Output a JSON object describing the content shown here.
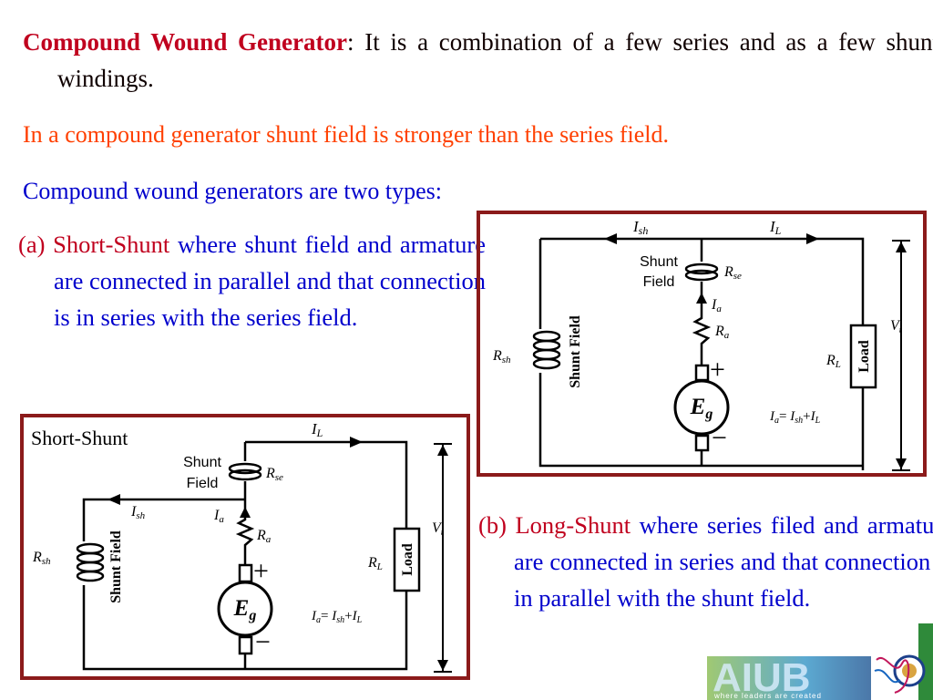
{
  "intro": {
    "term": "Compound Wound Generator",
    "colon": ":",
    "text": " It is a combination of a few series and as a few shunt windings."
  },
  "para2": "In a compound generator shunt field is stronger than the series field.",
  "para3": "Compound wound generators are two types:",
  "type_a": {
    "marker": "(a)",
    "name": "Short-Shunt",
    "text": " where shunt field and armature are connected in parallel and that connection is in series with the series field."
  },
  "type_b": {
    "marker": "(b)",
    "name": "Long-Shunt",
    "text": " where series filed and armature are connected in series and that connection is in parallel with the shunt field."
  },
  "diagram_a": {
    "caption": "Short-Shunt",
    "shunt_field_label": "Shunt Field",
    "shunt_field_line1": "Shunt",
    "shunt_field_line2": "Field",
    "load_label": "Load"
  },
  "diagram_b": {
    "shunt_field_label": "Shunt Field",
    "shunt_field_line1": "Shunt",
    "shunt_field_line2": "Field",
    "load_label": "Load"
  },
  "logo": {
    "text": "AIUB",
    "tagline": "where leaders are created"
  },
  "colors": {
    "dark_red": "#c0001e",
    "orange": "#ff4000",
    "blue": "#0000cc",
    "frame": "#8b1a1a"
  }
}
